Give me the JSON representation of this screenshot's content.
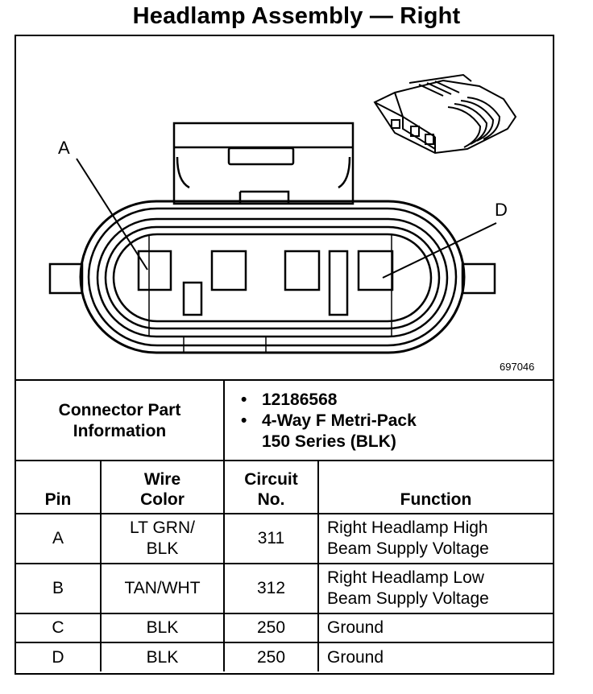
{
  "title": "Headlamp Assembly — Right",
  "diagram": {
    "label_a": "A",
    "label_d": "D",
    "figure_number": "697046"
  },
  "connector_info": {
    "label_line1": "Connector Part",
    "label_line2": "Information",
    "bullet": "•",
    "part_number": "12186568",
    "desc_line1": "4-Way F Metri-Pack",
    "desc_line2": "150 Series (BLK)"
  },
  "pin_table": {
    "headers": {
      "pin": "Pin",
      "wire_line1": "Wire",
      "wire_line2": "Color",
      "circuit_line1": "Circuit",
      "circuit_line2": "No.",
      "function": "Function"
    },
    "rows": [
      {
        "pin": "A",
        "wire_line1": "LT GRN/",
        "wire_line2": "BLK",
        "circuit": "311",
        "func_line1": "Right Headlamp High",
        "func_line2": "Beam Supply Voltage"
      },
      {
        "pin": "B",
        "wire": "TAN/WHT",
        "circuit": "312",
        "func_line1": "Right Headlamp Low",
        "func_line2": "Beam Supply Voltage"
      },
      {
        "pin": "C",
        "wire": "BLK",
        "circuit": "250",
        "func": "Ground"
      },
      {
        "pin": "D",
        "wire": "BLK",
        "circuit": "250",
        "func": "Ground"
      }
    ]
  }
}
